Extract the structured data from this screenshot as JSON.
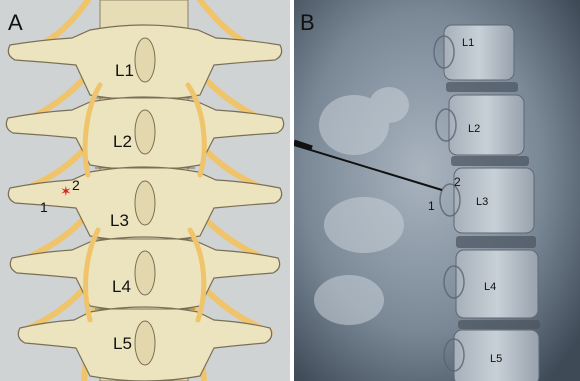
{
  "panel_a": {
    "letter": "A",
    "vertebrae": [
      "L1",
      "L2",
      "L3",
      "L4",
      "L5"
    ],
    "marker_1": "1",
    "marker_2": "2",
    "marker_color": "#d9261c"
  },
  "panel_b": {
    "letter": "B",
    "vertebrae": [
      "L1",
      "L2",
      "L3",
      "L4",
      "L5"
    ],
    "marker_1": "1",
    "marker_2": "2"
  },
  "colors": {
    "bone": "#ece3bf",
    "bone_outline": "#7a6f55",
    "nerve": "#f0c46a",
    "panel_a_bg": "#cfd3d4"
  }
}
